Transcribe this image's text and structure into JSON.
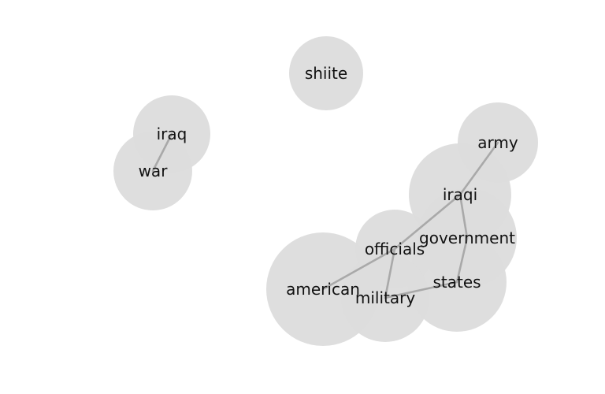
{
  "graph": {
    "style": {
      "node_fill": "#dcdcdc",
      "edge_color": "#a9a9a9",
      "label_color": "#111111"
    },
    "nodes": [
      {
        "id": "shiite",
        "label": "shiite"
      },
      {
        "id": "iraq",
        "label": "iraq"
      },
      {
        "id": "war",
        "label": "war"
      },
      {
        "id": "army",
        "label": "army"
      },
      {
        "id": "iraqi",
        "label": "iraqi"
      },
      {
        "id": "government",
        "label": "government"
      },
      {
        "id": "officials",
        "label": "officials"
      },
      {
        "id": "states",
        "label": "states"
      },
      {
        "id": "american",
        "label": "american"
      },
      {
        "id": "military",
        "label": "military"
      }
    ],
    "edges": [
      [
        "iraq",
        "war"
      ],
      [
        "army",
        "iraqi"
      ],
      [
        "iraqi",
        "government"
      ],
      [
        "iraqi",
        "officials"
      ],
      [
        "government",
        "states"
      ],
      [
        "officials",
        "american"
      ],
      [
        "officials",
        "military"
      ],
      [
        "military",
        "states"
      ]
    ]
  }
}
